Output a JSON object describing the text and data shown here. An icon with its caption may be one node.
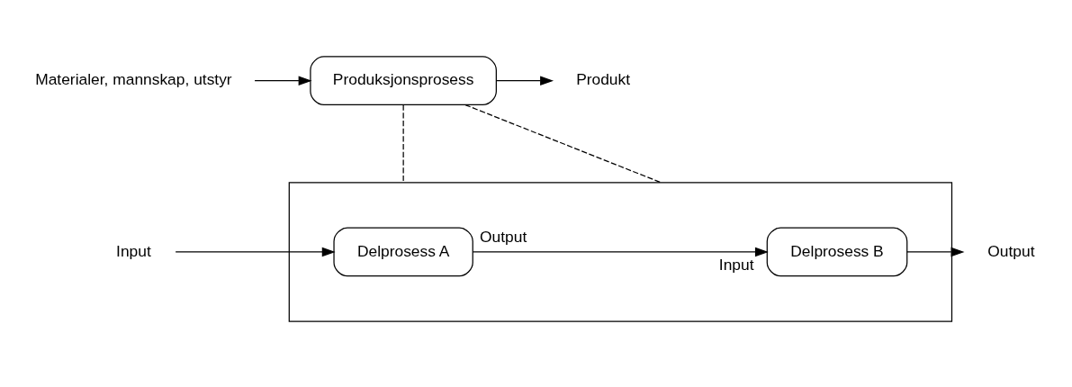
{
  "diagram": {
    "nodes": [
      {
        "text": [
          "Materialer, mannskap, utstyr"
        ]
      },
      {
        "text": [
          "Produksjonsprosess"
        ]
      },
      {
        "text": [
          "Produkt"
        ]
      },
      {
        "text": [],
        "shape": "box"
      },
      {
        "text": [
          "Input"
        ]
      },
      {
        "text": [
          "Delprosess A"
        ],
        "in": 3
      },
      {
        "text": [
          "Delprosess B"
        ],
        "in": 3
      },
      {
        "text": [
          "Output"
        ]
      }
    ],
    "edges": [
      {
        "from": 0,
        "to": 1,
        "arrow": "to"
      },
      {
        "from": 1,
        "to": 2,
        "arrow": "to"
      },
      {
        "from": 1,
        "to": 3,
        "arrow": "none",
        "style": "dashed"
      },
      {
        "from": 1,
        "to": 3,
        "arrow": "none",
        "style": "dashed"
      },
      {
        "from": 4,
        "to": 5,
        "arrow": "to"
      },
      {
        "from": 5,
        "to": 6,
        "arrow": "to"
      },
      {
        "from": 6,
        "to": 7,
        "arrow": "to"
      }
    ],
    "labels": [
      "Output",
      "Input"
    ]
  }
}
